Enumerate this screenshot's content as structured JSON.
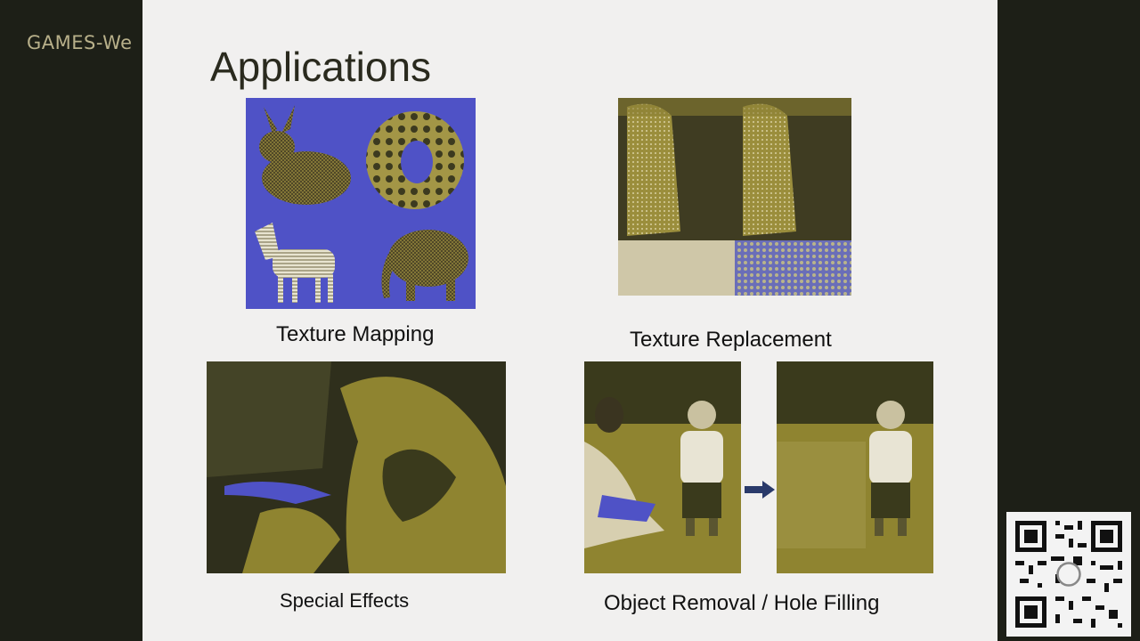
{
  "watermark": {
    "text": "GAMES-We"
  },
  "slide": {
    "title": "Applications",
    "panels": {
      "texture_mapping": {
        "caption": "Texture Mapping"
      },
      "texture_replacement": {
        "caption": "Texture Replacement"
      },
      "special_effects": {
        "caption": "Special Effects"
      },
      "object_removal": {
        "caption": "Object Removal / Hole Filling"
      }
    }
  },
  "colors": {
    "background": "#1d1f17",
    "slide": "#f1f0ef",
    "texture_blue": "#4f52c6",
    "olive": "#8f8430",
    "dark_olive": "#3a3a1c"
  },
  "icons": {
    "qr": "qr-code-icon",
    "arrow": "arrow-right-icon"
  }
}
